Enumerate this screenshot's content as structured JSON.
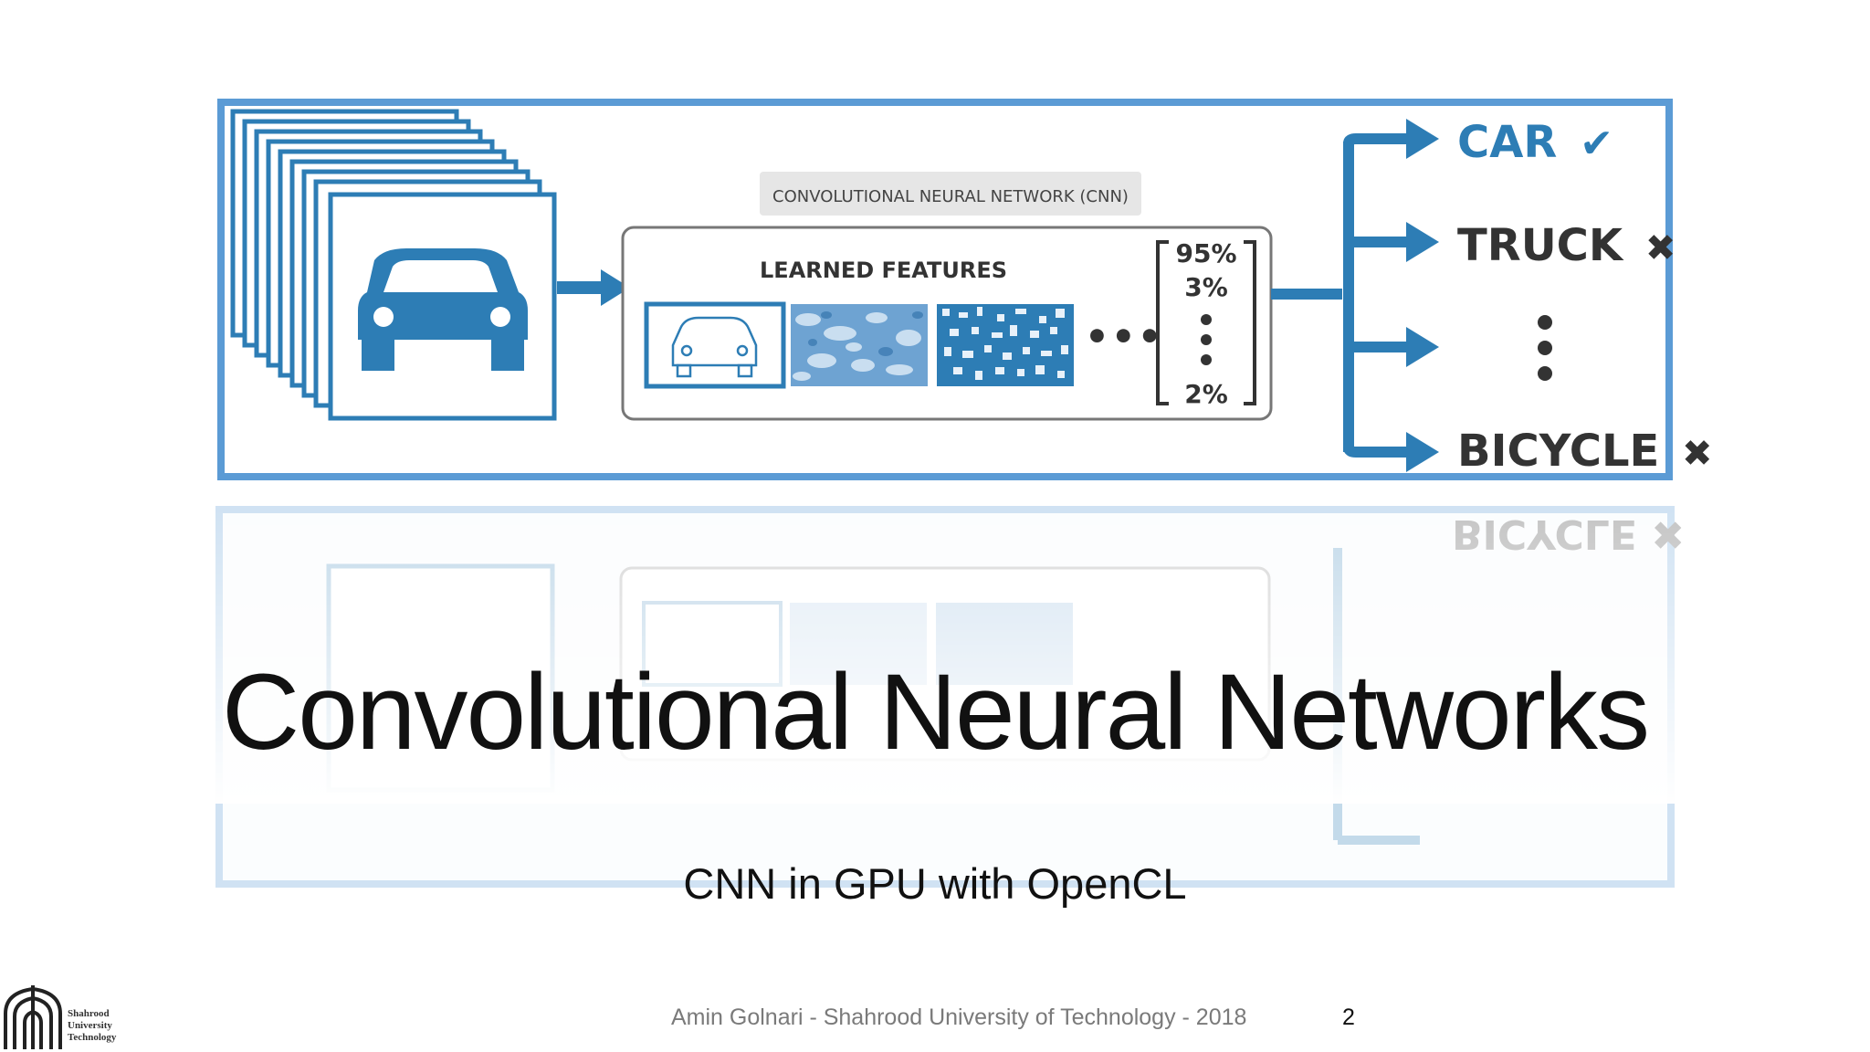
{
  "figure": {
    "cnn_label": "CONVOLUTIONAL NEURAL NETWORK (CNN)",
    "learned_features": "LEARNED FEATURES",
    "probabilities": [
      "95%",
      "3%",
      "2%"
    ],
    "ellipsis": "•••",
    "outputs": [
      {
        "label": "CAR",
        "mark": "✔"
      },
      {
        "label": "TRUCK",
        "mark": "✖"
      },
      {
        "label": "BICYCLE",
        "mark": "✖"
      }
    ],
    "colors": {
      "accent": "#2d7db5",
      "frame": "#5b9bd5",
      "text": "#333333"
    }
  },
  "slide": {
    "title": "Convolutional Neural Networks",
    "subtitle": "CNN in GPU with OpenCL",
    "footer": "Amin Golnari - Shahrood University of Technology - 2018",
    "page_number": "2"
  },
  "logo": {
    "line1": "Shahrood",
    "line2": "University",
    "line3": "Technology"
  }
}
